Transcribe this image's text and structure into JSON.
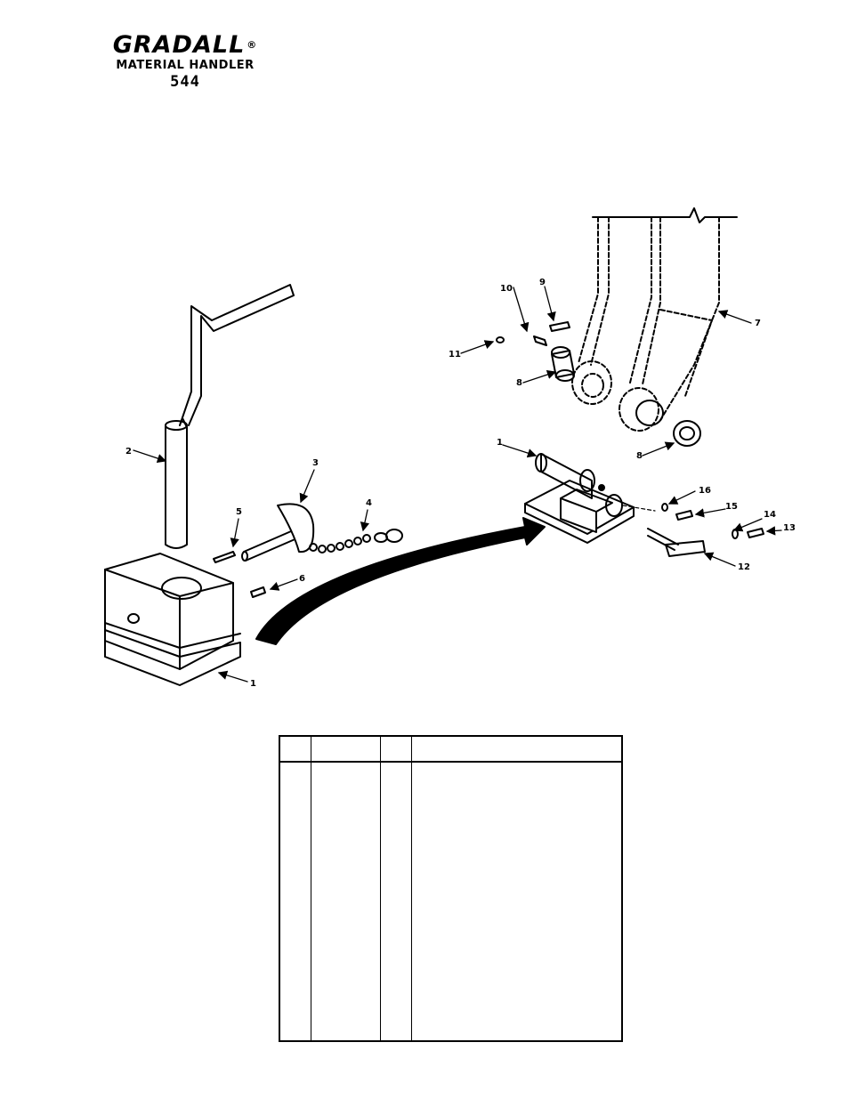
{
  "header": {
    "brand": "GRADALL",
    "registered_mark": "®",
    "subtitle": "MATERIAL HANDLER",
    "model": "544"
  },
  "callouts": {
    "c1_left": "1",
    "c1_right": "1",
    "c2": "2",
    "c3": "3",
    "c4": "4",
    "c5": "5",
    "c6": "6",
    "c7": "7",
    "c8_upper": "8",
    "c8_lower": "8",
    "c9": "9",
    "c10": "10",
    "c11": "11",
    "c12": "12",
    "c13": "13",
    "c14": "14",
    "c15": "15",
    "c16": "16"
  },
  "parts_table": {
    "columns": [
      "",
      "",
      "",
      ""
    ],
    "rows": []
  }
}
